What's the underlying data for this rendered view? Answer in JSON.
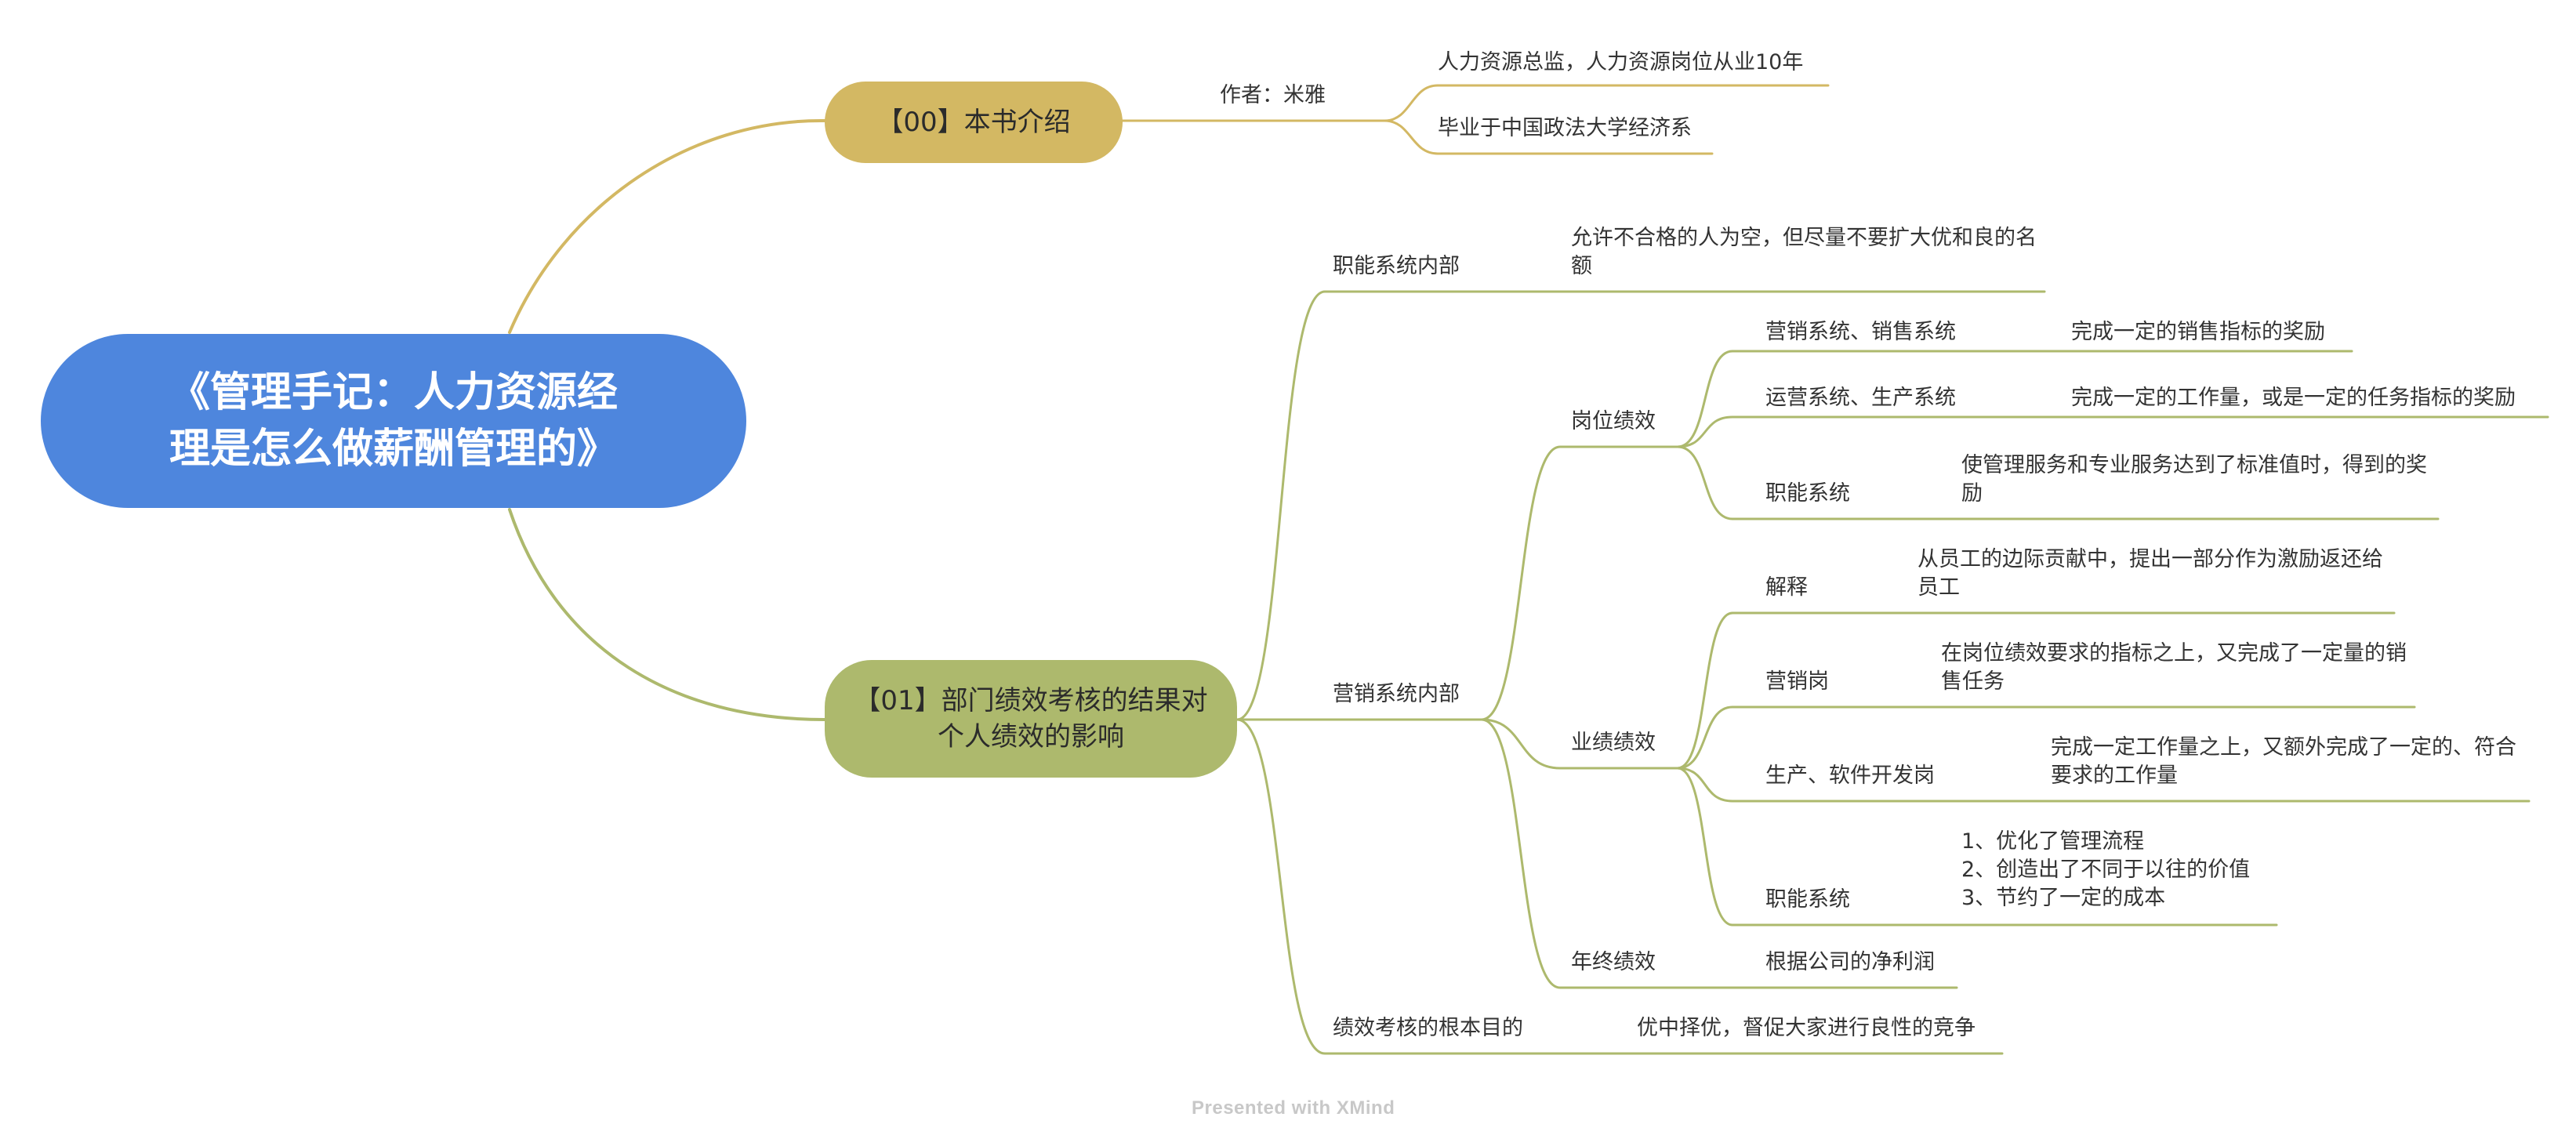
{
  "root": {
    "line1": "《管理手记：人力资源经",
    "line2": "理是怎么做薪酬管理的》"
  },
  "branches": [
    {
      "label": "【00】本书介绍",
      "children": [
        {
          "label": "作者：米雅",
          "children": [
            {
              "label": "人力资源总监，人力资源岗位从业10年"
            },
            {
              "label": "毕业于中国政法大学经济系"
            }
          ]
        }
      ]
    },
    {
      "label": "【01】部门绩效考核的结果对个人绩效的影响",
      "children": [
        {
          "label": "职能系统内部",
          "children": [
            {
              "label": "允许不合格的人为空，但尽量不要扩大优和良的名额"
            }
          ]
        },
        {
          "label": "营销系统内部",
          "children": [
            {
              "label": "岗位绩效",
              "children": [
                {
                  "label": "营销系统、销售系统",
                  "children": [
                    {
                      "label": "完成一定的销售指标的奖励"
                    }
                  ]
                },
                {
                  "label": "运营系统、生产系统",
                  "children": [
                    {
                      "label": "完成一定的工作量，或是一定的任务指标的奖励"
                    }
                  ]
                },
                {
                  "label": "职能系统",
                  "children": [
                    {
                      "label": "使管理服务和专业服务达到了标准值时，得到的奖励"
                    }
                  ]
                }
              ]
            },
            {
              "label": "业绩绩效",
              "children": [
                {
                  "label": "解释",
                  "children": [
                    {
                      "label": "从员工的边际贡献中，提出一部分作为激励返还给员工"
                    }
                  ]
                },
                {
                  "label": "营销岗",
                  "children": [
                    {
                      "label": "在岗位绩效要求的指标之上，又完成了一定量的销售任务"
                    }
                  ]
                },
                {
                  "label": "生产、软件开发岗",
                  "children": [
                    {
                      "label": "完成一定工作量之上，又额外完成了一定的、符合要求的工作量"
                    }
                  ]
                },
                {
                  "label": "职能系统",
                  "children": [
                    {
                      "lines": [
                        "1、优化了管理流程",
                        "2、创造出了不同于以往的价值",
                        "3、节约了一定的成本"
                      ]
                    }
                  ]
                }
              ]
            },
            {
              "label": "年终绩效",
              "children": [
                {
                  "label": "根据公司的净利润"
                }
              ]
            }
          ]
        },
        {
          "label": "绩效考核的根本目的",
          "children": [
            {
              "label": "优中择优，督促大家进行良性的竞争"
            }
          ]
        }
      ]
    }
  ],
  "footer": "Presented with XMind",
  "colors": {
    "root": "#4E86DD",
    "branch0": "#D3B863",
    "branch1": "#ADB96D"
  }
}
